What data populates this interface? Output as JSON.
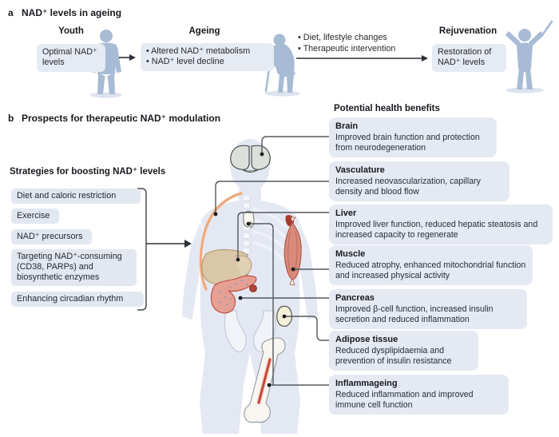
{
  "colors": {
    "box_fill": "#e5e9f2",
    "silhouette_part_a": "#a7bbd5",
    "silhouette_part_b": "#e4e8f3",
    "connector": "#54585e",
    "aorta_orange": "#e9a173",
    "muscle_red": "#d98a7a",
    "liver_tan": "#d9c7a8",
    "pancreas_pink": "#e5a093",
    "marrow_red": "#c0392b",
    "text": "#26292f"
  },
  "part_a": {
    "label": "a",
    "title": "NAD⁺ levels in ageing",
    "youth": {
      "label": "Youth",
      "box": "Optimal NAD⁺ levels"
    },
    "ageing": {
      "label": "Ageing",
      "bullets": [
        "• Altered NAD⁺ metabolism",
        "• NAD⁺ level decline"
      ]
    },
    "transition": {
      "bullets": [
        "• Diet, lifestyle changes",
        "• Therapeutic intervention"
      ]
    },
    "rejuvenation": {
      "label": "Rejuvenation",
      "box": "Restoration of NAD⁺ levels"
    }
  },
  "part_b": {
    "label": "b",
    "title": "Prospects for therapeutic NAD⁺ modulation",
    "strategies": {
      "title": "Strategies for boosting NAD⁺ levels",
      "items": [
        "Diet and caloric restriction",
        "Exercise",
        "NAD⁺ precursors",
        "Targeting NAD⁺-consuming (CD38, PARPs) and biosynthetic enzymes",
        "Enhancing circadian rhythm"
      ]
    },
    "benefits": {
      "title": "Potential health benefits",
      "items": [
        {
          "title": "Brain",
          "text": "Improved brain function and protection from neurodegeneration"
        },
        {
          "title": "Vasculature",
          "text": "Increased neovascularization, capillary density and blood flow"
        },
        {
          "title": "Liver",
          "text": "Improved liver function, reduced hepatic steatosis and increased capacity to regenerate"
        },
        {
          "title": "Muscle",
          "text": "Reduced atrophy, enhanced mitochondrial function and increased physical activity"
        },
        {
          "title": "Pancreas",
          "text": "Improved β-cell function, increased insulin secretion and reduced inflammation"
        },
        {
          "title": "Adipose tissue",
          "text": "Reduced dysplipidaemia and prevention of insulin resistance"
        },
        {
          "title": "Inflammageing",
          "text": "Reduced inflammation and improved immune cell function"
        }
      ]
    },
    "icons": {
      "organs": [
        "brain",
        "vasculature",
        "thymus",
        "liver",
        "muscle",
        "pancreas",
        "adipose-tissue",
        "bone-marrow"
      ],
      "persons": [
        "youth",
        "ageing-with-cane",
        "rejuvenated"
      ]
    }
  }
}
